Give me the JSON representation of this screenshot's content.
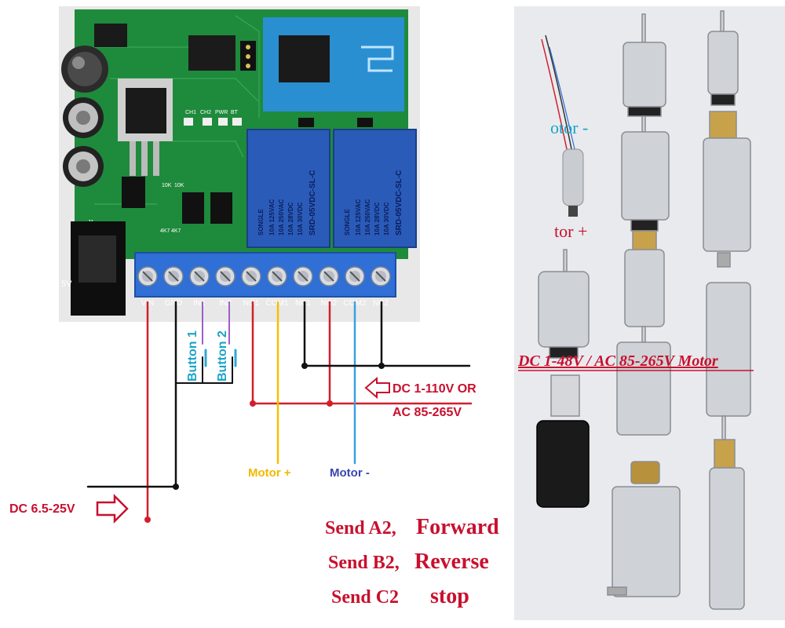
{
  "board": {
    "terminal_labels": [
      "VIN",
      "GND",
      "IN1",
      "IN2",
      "NO1",
      "COM1",
      "NC1",
      "NO2",
      "COM2",
      "NC2"
    ],
    "silk_labels": [
      "CH1",
      "CH2",
      "PWR",
      "BT",
      "10K",
      "10K",
      "4K7",
      "4K7",
      "J1",
      "5V"
    ],
    "relay": {
      "brand": "SONGLE",
      "model": "SRD-05VDC-SL-C",
      "rating_1": "10A 250VAC",
      "rating_2": "10A 125VAC",
      "rating_3": "10A 30VDC",
      "rating_4": "10A 28VDC"
    }
  },
  "diagram_labels": {
    "button_1": "Button 1",
    "button_2": "Button 2",
    "dc_input": "DC 6.5-25V",
    "load_supply_line1": "DC 1-110V OR",
    "load_supply_line2": "AC 85-265V",
    "motor_plus": "Motor +",
    "motor_minus": "Motor -"
  },
  "commands": [
    {
      "send": "Send A2,",
      "action": "Forward"
    },
    {
      "send": "Send B2,",
      "action": "Reverse"
    },
    {
      "send": "Send C2",
      "action": "stop"
    }
  ],
  "photo": {
    "caption": "DC 1-48V / AC 85-265V Motor",
    "partial_label_1": "otor -",
    "partial_label_2": "tor +"
  },
  "colors": {
    "pcb_green": "#1e8a3c",
    "terminal_blue": "#2f6fd6",
    "relay_blue": "#2a5bb8",
    "wire_red": "#d11f2a",
    "wire_black": "#111111",
    "wire_yellow": "#f2c200",
    "wire_lightblue": "#3aa0e0",
    "wire_purple": "#a05cc8",
    "label_red": "#c8102e",
    "label_cyan": "#1aa3c8",
    "label_yellow": "#f2b800",
    "label_blue": "#3a45b0",
    "caption_red": "#c8102e"
  }
}
